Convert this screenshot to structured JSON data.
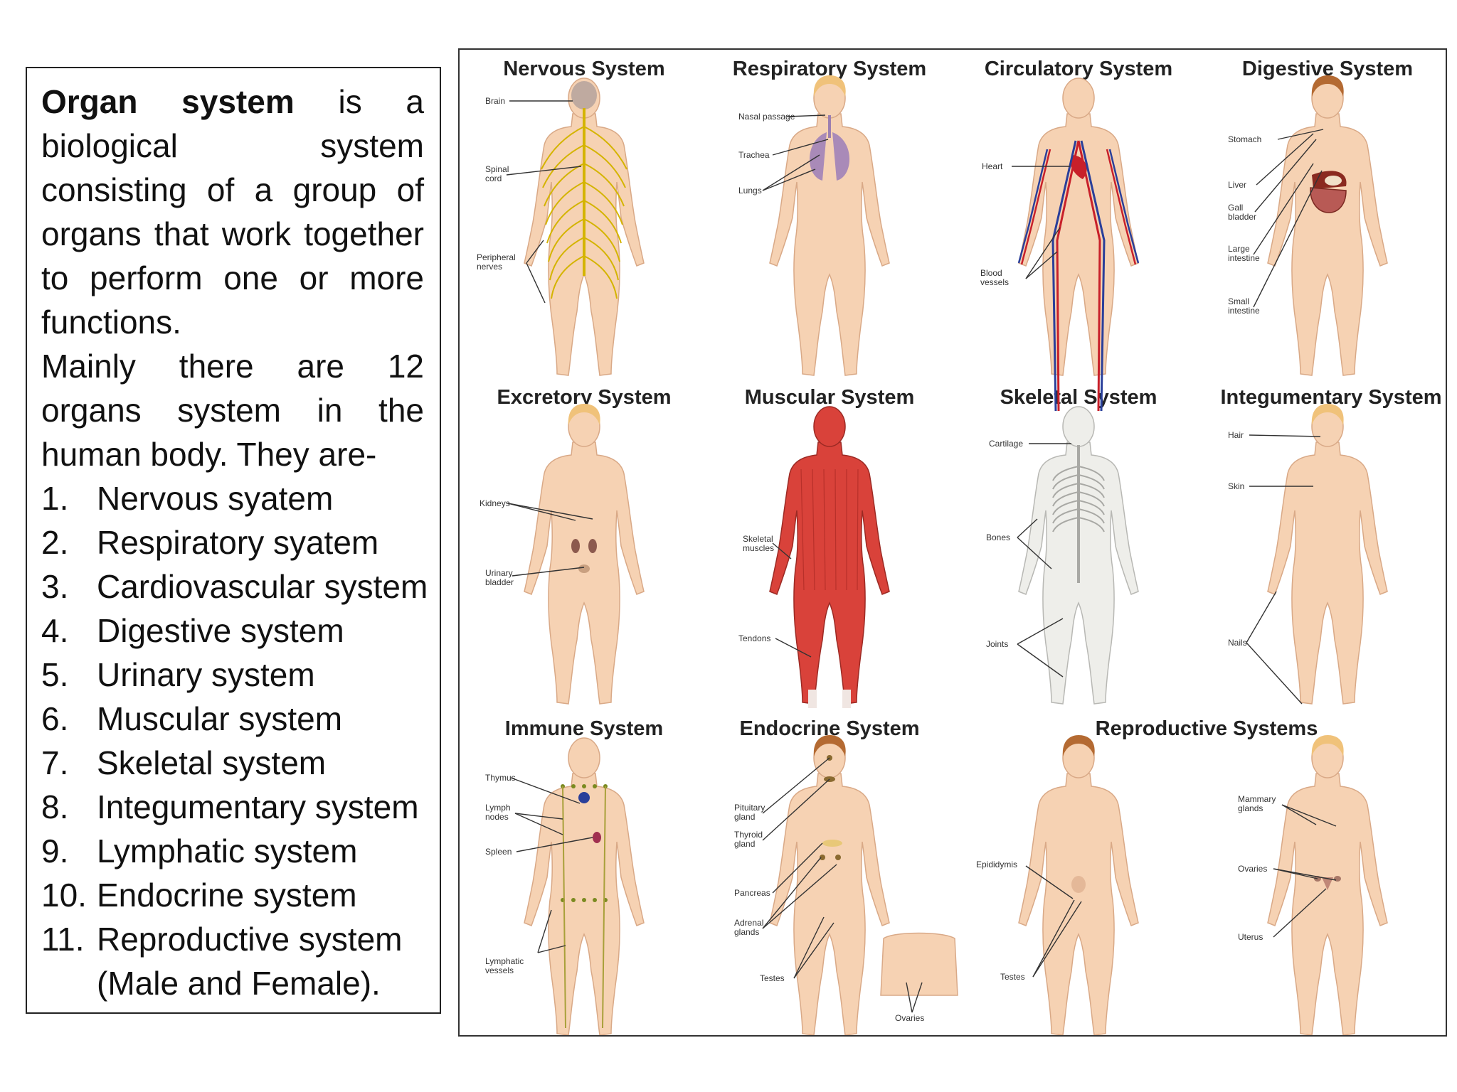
{
  "description": {
    "term": "Organ system",
    "definition": "is a biological system consisting of a group of organs that work together to perform one or more functions.",
    "intro": "Mainly there are 12 organs system in the human body. They are-"
  },
  "organ_list": [
    {
      "num": "1.",
      "label": "Nervous syatem"
    },
    {
      "num": "2.",
      "label": "Respiratory syatem"
    },
    {
      "num": "3.",
      "label": "Cardiovascular system"
    },
    {
      "num": "4.",
      "label": "Digestive system"
    },
    {
      "num": "5.",
      "label": "Urinary system"
    },
    {
      "num": "6.",
      "label": "Muscular system"
    },
    {
      "num": "7.",
      "label": "Skeletal system"
    },
    {
      "num": "8.",
      "label": "Integumentary system"
    },
    {
      "num": "9.",
      "label": "Lymphatic system"
    },
    {
      "num": "10.",
      "label": "Endocrine system"
    },
    {
      "num": "11.",
      "label": "Reproductive system",
      "sub": "(Male and Female)."
    }
  ],
  "panels": [
    {
      "title": "Nervous System",
      "labels": [
        "Brain",
        "Spinal cord",
        "Peripheral nerves"
      ]
    },
    {
      "title": "Respiratory System",
      "labels": [
        "Nasal passage",
        "Trachea",
        "Lungs"
      ]
    },
    {
      "title": "Circulatory System",
      "labels": [
        "Heart",
        "Blood vessels"
      ]
    },
    {
      "title": "Digestive System",
      "labels": [
        "Stomach",
        "Liver",
        "Gall bladder",
        "Large intestine",
        "Small intestine"
      ]
    },
    {
      "title": "Excretory System",
      "labels": [
        "Kidneys",
        "Urinary bladder"
      ]
    },
    {
      "title": "Muscular System",
      "labels": [
        "Skeletal muscles",
        "Tendons"
      ]
    },
    {
      "title": "Skeletal System",
      "labels": [
        "Cartilage",
        "Bones",
        "Joints"
      ]
    },
    {
      "title": "Integumentary System",
      "labels": [
        "Hair",
        "Skin",
        "Nails"
      ]
    },
    {
      "title": "Immune System",
      "labels": [
        "Thymus",
        "Lymph nodes",
        "Spleen",
        "Lymphatic vessels"
      ]
    },
    {
      "title": "Endocrine System",
      "labels": [
        "Pituitary gland",
        "Thyroid gland",
        "Pancreas",
        "Adrenal glands",
        "Testes",
        "Ovaries"
      ]
    },
    {
      "title": "Reproductive Systems",
      "labels": [
        "Epididymis",
        "Testes",
        "Mammary glands",
        "Ovaries",
        "Uterus"
      ]
    }
  ],
  "colors": {
    "skin": "#f6d2b3",
    "skin_outline": "#d9a987",
    "nerve": "#d4b400",
    "lung": "#a98ab8",
    "artery": "#c8202a",
    "vein": "#2a3f9a",
    "muscle": "#d9423a",
    "bone": "#d8d8d6",
    "lymph": "#a8a03a",
    "hair_brown": "#b46a32",
    "hair_blonde": "#f0c27a"
  }
}
